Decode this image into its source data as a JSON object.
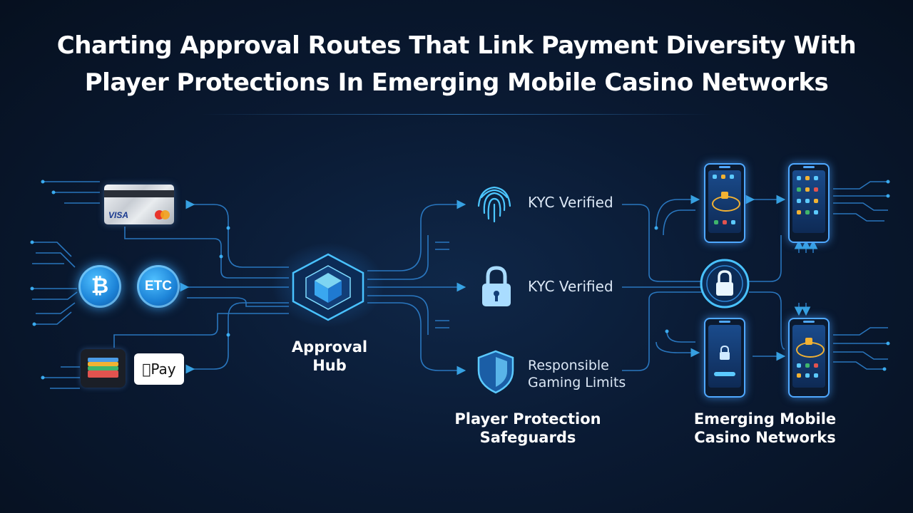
{
  "title": {
    "line1": "Charting Approval Routes That Link Payment Diversity With",
    "line2": "Player Protections In Emerging Mobile Casino Networks"
  },
  "payment_methods": {
    "crypto": [
      "₿",
      "ETC"
    ],
    "wallet_label": "Pay",
    "card_brand": "VISA"
  },
  "hub": {
    "label_line1": "Approval",
    "label_line2": "Hub"
  },
  "protections": {
    "items": [
      {
        "icon": "fingerprint-icon",
        "line1": "KYC Verified",
        "line2": ""
      },
      {
        "icon": "lock-icon",
        "line1": "KYC Verified",
        "line2": ""
      },
      {
        "icon": "shield-icon",
        "line1": "Responsible",
        "line2": "Gaming Limits"
      }
    ],
    "group_line1": "Player Protection",
    "group_line2": "Safeguards"
  },
  "networks": {
    "group_line1": "Emerging Mobile",
    "group_line2": "Casino Networks"
  },
  "colors": {
    "accent": "#3fb8ff",
    "wire": "#2f86d6",
    "background": "#0a1a33"
  }
}
